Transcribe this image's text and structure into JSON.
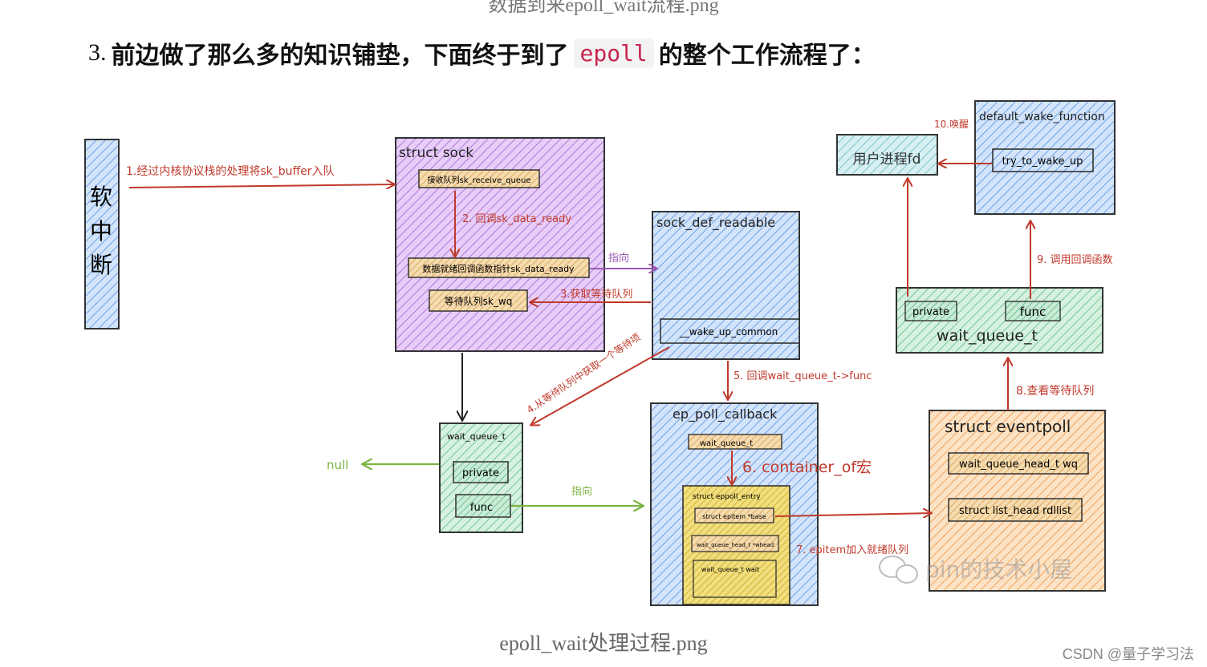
{
  "top_caption": "数据到来epoll_wait流程.png",
  "heading": {
    "number": "3.",
    "text_before": "前边做了那么多的知识铺垫，下面终于到了",
    "code": "epoll",
    "text_after": "的整个工作流程了："
  },
  "diagram": {
    "softirq": [
      "软",
      "中",
      "断"
    ],
    "struct_sock": {
      "title": "struct sock",
      "receive_queue": "接收队列sk_receive_queue",
      "data_ready": "数据就绪回调函数指针sk_data_ready",
      "wq": "等待队列sk_wq"
    },
    "sock_def_readable": {
      "title": "sock_def_readable",
      "wake_up_common": "__wake_up_common"
    },
    "wait_queue_left": {
      "title": "wait_queue_t",
      "private": "private",
      "func": "func"
    },
    "null_label": "null",
    "ep_poll_callback": {
      "title": "ep_poll_callback",
      "wait_queue": "wait_queue_t",
      "epoll_entry": "struct eppoll_entry",
      "base": "struct epitem *base",
      "whead": "wait_queue_head_t *whead",
      "wait": "wait_queue_t wait"
    },
    "eventpoll": {
      "title": "struct eventpoll",
      "wq": "wait_queue_head_t wq",
      "rdllist": "struct list_head rdllist"
    },
    "wait_queue_right": {
      "title": "wait_queue_t",
      "private": "private",
      "func": "func"
    },
    "user_fd": "用户进程fd",
    "default_wake": {
      "title": "default_wake_function",
      "try_to_wake_up": "try_to_wake_up"
    },
    "arrows": {
      "a1": "1.经过内核协议栈的处理将sk_buffer入队",
      "a2": "2. 回调sk_data_ready",
      "point_to_1": "指向",
      "a3": "3.获取等待队列",
      "a4": "4.从等待队列中获取一个等待项",
      "a5": "5. 回调wait_queue_t->func",
      "point_to_2": "指向",
      "a6": "6. container_of宏",
      "a7": "7. epitem加入就绪队列",
      "a8": "8.查看等待队列",
      "a9": "9. 调用回调函数",
      "a10": "10.唤醒"
    },
    "logo_text": "pin的技术小屋"
  },
  "bottom_caption": "epoll_wait处理过程.png",
  "watermark": "CSDN @量子学习法",
  "colors": {
    "red_arrow": "#c0392b",
    "purple_fill": "#d9b3f0",
    "blue_fill": "#b9d3f5",
    "green_fill": "#bfe8cf",
    "orange_fill": "#fbd3a8",
    "teal_fill": "#bde6ea",
    "tan_fill": "#f0c98a",
    "yellow_fill": "#e8cf55",
    "green_arrow": "#7cb342",
    "purple_arrow": "#9b59b6"
  }
}
